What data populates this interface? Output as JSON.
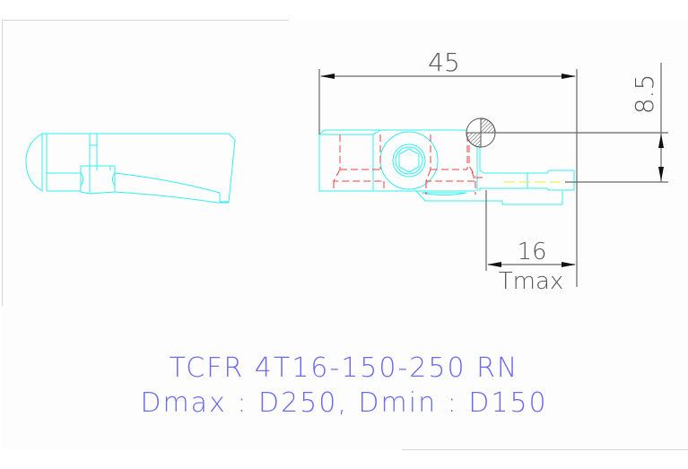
{
  "drawing": {
    "title": "TCFR 4T16-150-250 RN",
    "subtitle": "Dmax : D250, Dmin : D150",
    "dimensions": {
      "overall_length": "45",
      "height_offset": "8.5",
      "tmax_value": "16",
      "tmax_label": "Tmax"
    },
    "colors": {
      "outline": "#33eeee",
      "hidden": "#ee4444",
      "dimension": "#555555",
      "centerline": "#eeee33",
      "caption": "#6b6bf0"
    },
    "views": [
      "side-profile-view",
      "front-view"
    ]
  }
}
